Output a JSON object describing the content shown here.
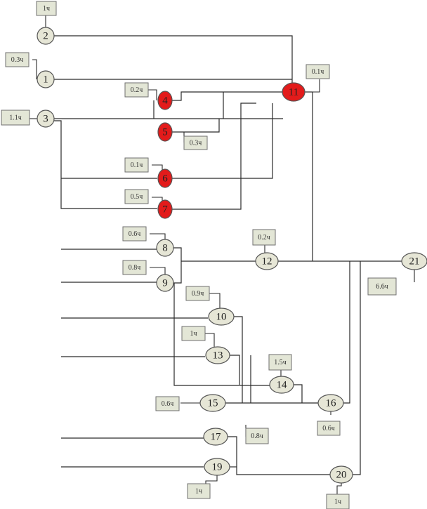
{
  "diagram": {
    "colors": {
      "critical_fill": "#e31b1b",
      "normal_fill": "#e6e6d6",
      "line": "#2a2a2a",
      "duration_box": "#e3e6d6"
    },
    "nodes": [
      {
        "id": "1",
        "critical": false
      },
      {
        "id": "2",
        "critical": false
      },
      {
        "id": "3",
        "critical": false
      },
      {
        "id": "4",
        "critical": true
      },
      {
        "id": "5",
        "critical": true
      },
      {
        "id": "6",
        "critical": true
      },
      {
        "id": "7",
        "critical": true
      },
      {
        "id": "8",
        "critical": false
      },
      {
        "id": "9",
        "critical": false
      },
      {
        "id": "10",
        "critical": false
      },
      {
        "id": "11",
        "critical": true
      },
      {
        "id": "12",
        "critical": false
      },
      {
        "id": "13",
        "critical": false
      },
      {
        "id": "14",
        "critical": false
      },
      {
        "id": "15",
        "critical": false
      },
      {
        "id": "16",
        "critical": false
      },
      {
        "id": "17",
        "critical": false
      },
      {
        "id": "19",
        "critical": false
      },
      {
        "id": "20",
        "critical": false
      },
      {
        "id": "21",
        "critical": false
      }
    ],
    "durations": [
      {
        "node": "2",
        "text": "1ч"
      },
      {
        "node": "1",
        "text": "0.3ч"
      },
      {
        "node": "3",
        "text": "1.1ч"
      },
      {
        "node": "4",
        "text": "0.2ч"
      },
      {
        "node": "11",
        "text": "0.1ч"
      },
      {
        "node": "5",
        "text": "0.3ч"
      },
      {
        "node": "6",
        "text": "0.1ч"
      },
      {
        "node": "7",
        "text": "0.5ч"
      },
      {
        "node": "8",
        "text": "0.6ч"
      },
      {
        "node": "9",
        "text": "0.8ч"
      },
      {
        "node": "12",
        "text": "0.2ч"
      },
      {
        "node": "21",
        "text": "6.6ч"
      },
      {
        "node": "10",
        "text": "0.9ч"
      },
      {
        "node": "13",
        "text": "1ч"
      },
      {
        "node": "14",
        "text": "1.5ч"
      },
      {
        "node": "15",
        "text": "0.6ч"
      },
      {
        "node": "16",
        "text": "0.6ч"
      },
      {
        "node": "17",
        "text": "0.8ч"
      },
      {
        "node": "19",
        "text": "1ч"
      },
      {
        "node": "20",
        "text": "1ч"
      }
    ]
  }
}
